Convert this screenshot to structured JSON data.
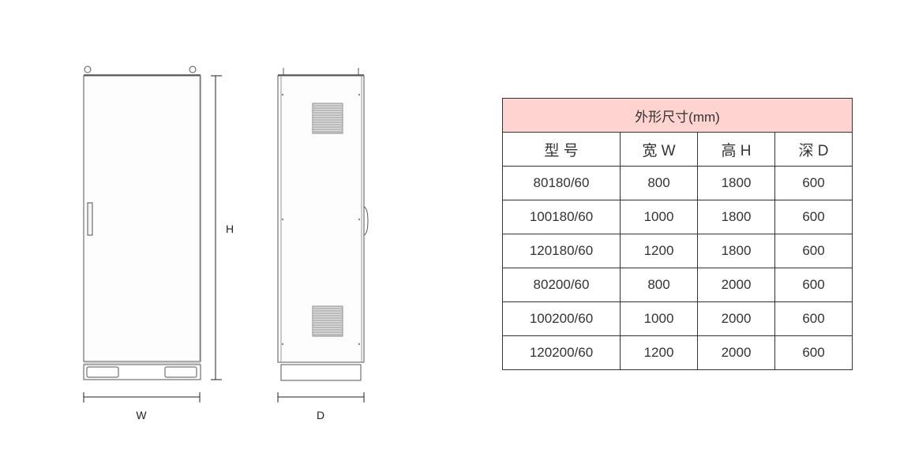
{
  "drawing": {
    "front_label_width": "W",
    "height_label": "H",
    "side_label_depth": "D"
  },
  "table": {
    "title": "外形尺寸(mm)",
    "headers": [
      "型 号",
      "宽 W",
      "高 H",
      "深 D"
    ],
    "rows": [
      [
        "80180/60",
        "800",
        "1800",
        "600"
      ],
      [
        "100180/60",
        "1000",
        "1800",
        "600"
      ],
      [
        "120180/60",
        "1200",
        "1800",
        "600"
      ],
      [
        "80200/60",
        "800",
        "2000",
        "600"
      ],
      [
        "100200/60",
        "1000",
        "2000",
        "600"
      ],
      [
        "120200/60",
        "1200",
        "2000",
        "600"
      ]
    ],
    "header_color": "#ffd3d0"
  }
}
